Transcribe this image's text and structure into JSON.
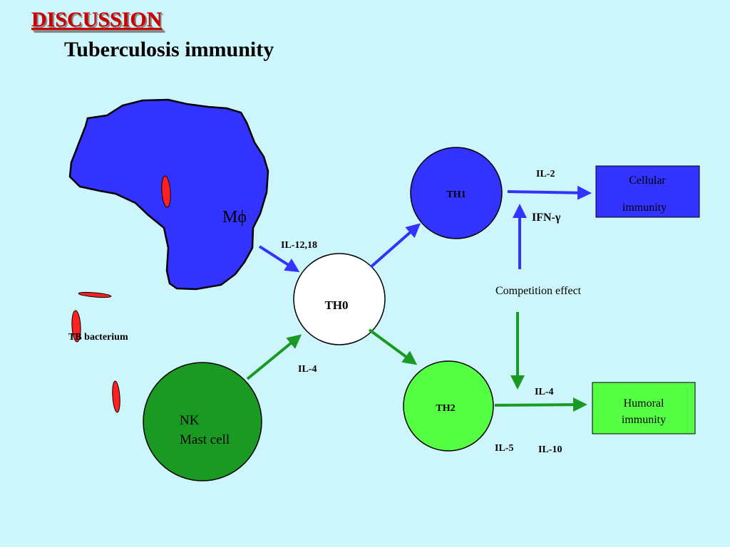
{
  "slide": {
    "section_title": "DISCUSSION",
    "title": "Tuberculosis immunity"
  },
  "cells": {
    "macrophage": "Mϕ",
    "bacterium": "TB bacterium",
    "th0": "TH0",
    "th1": "TH1",
    "th2": "TH2",
    "nk_line1": "NK",
    "nk_line2": "Mast cell"
  },
  "cytokines": {
    "il12_18": "IL-12,18",
    "il4_nk": "IL-4",
    "il2": "IL-2",
    "ifn": "IFN-γ",
    "il4_th2": "IL-4",
    "il5": "IL-5",
    "il10": "IL-10"
  },
  "outcomes": {
    "cellular_line1": "Cellular",
    "cellular_line2": "immunity",
    "humoral_line1": "Humoral",
    "humoral_line2": "immunity",
    "competition": "Competition effect"
  },
  "colors": {
    "background": "#ccf5fc",
    "macrophage": "#3333ff",
    "bacterium": "#ff2020",
    "th1": "#3333ff",
    "th2": "#55ff44",
    "nk": "#1a9a22",
    "blue_arrow": "#3333ff",
    "green_arrow": "#1a9a22",
    "section_title": "#cc0000"
  }
}
